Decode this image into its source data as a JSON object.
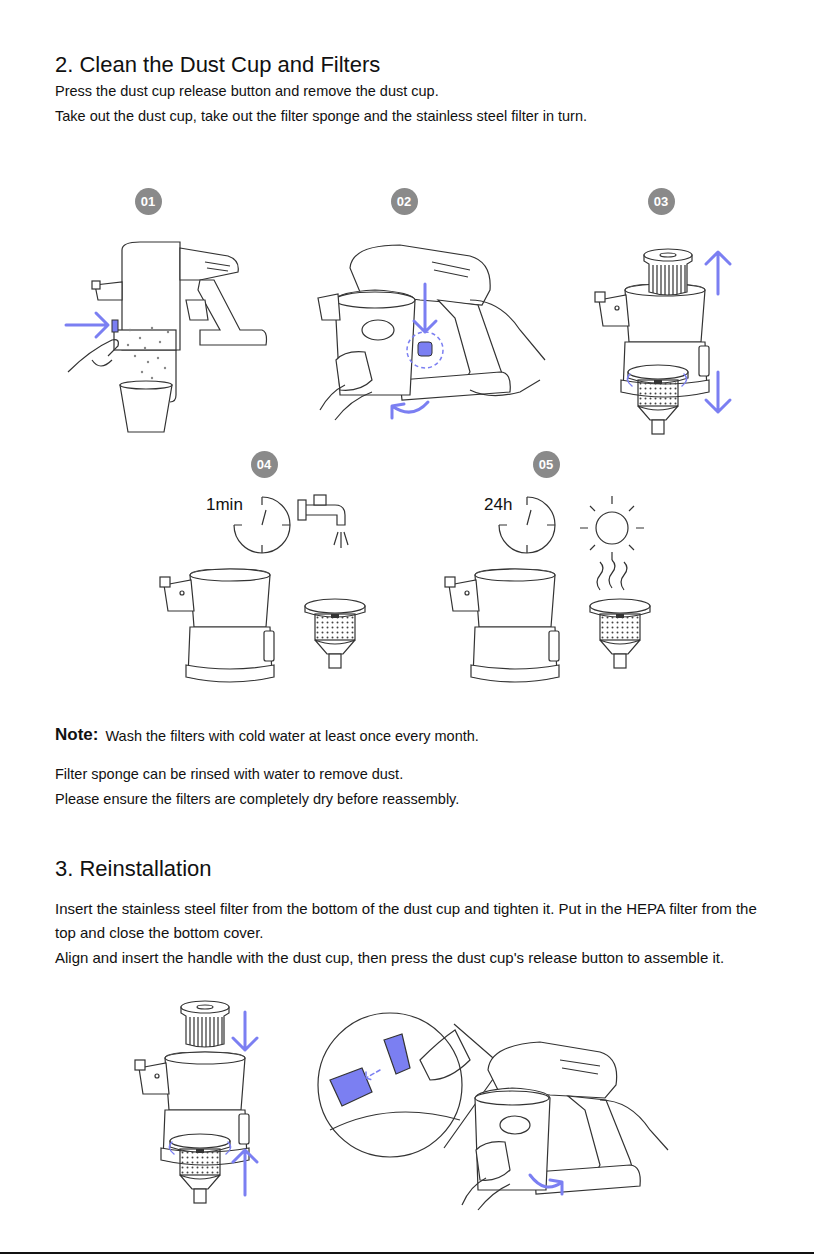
{
  "diagram": {
    "title": "2. Clean the Dust Cup and Filters",
    "nodes": [
      {
        "text": [
          "01"
        ]
      },
      {
        "text": [
          "02"
        ]
      },
      {
        "text": [
          "03"
        ]
      },
      {
        "text": [
          "04"
        ]
      },
      {
        "text": [
          "05"
        ]
      }
    ],
    "labels": [
      "Press the dust cup release button and remove the dust cup.",
      "Take out the dust cup, take out the filter sponge and the stainless steel filter in turn.",
      "1min",
      "24h",
      "Note:",
      "Wash the filters with cold water at least once every month.",
      "Filter sponge can be rinsed with water to remove dust.",
      "Please ensure the filters are completely dry before reassembly.",
      "3. Reinstallation",
      "Insert the stainless steel filter from the bottom of the dust cup and tighten it. Put in the HEPA filter from the top and close the bottom cover.",
      "Align and insert the handle with the dust cup, then press the dust cup's release button to assemble it."
    ]
  }
}
